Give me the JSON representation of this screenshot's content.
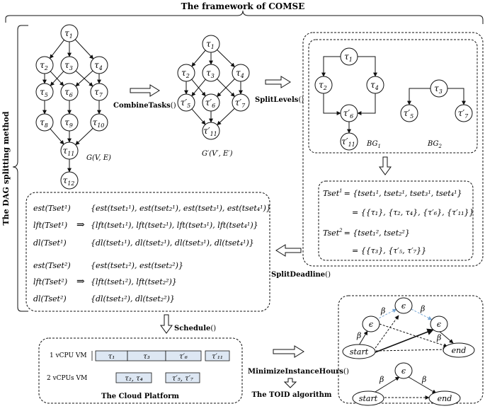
{
  "title": "The framework of COMSE",
  "side_label": "The DAG splitting method",
  "methods": {
    "combine": "CombineTasks",
    "split_levels": "SplitLevels",
    "split_deadline": "SplitDeadline",
    "schedule": "Schedule",
    "minimize": "MinimizeInstanceHours",
    "parens": "()"
  },
  "graphs": {
    "g": "G(V, E)",
    "g_prime": "G′(V′, E′)",
    "bg1": "BG",
    "bg1_sub": "1",
    "bg2": "BG",
    "bg2_sub": "2"
  },
  "node_symbol": "τ",
  "node_subs": {
    "t1": "1",
    "t2": "2",
    "t3": "3",
    "t4": "4",
    "t5": "5",
    "t6": "6",
    "t7": "7",
    "t8": "8",
    "t9": "9",
    "t10": "10",
    "t11": "11",
    "t12": "12"
  },
  "tset": {
    "line1_lhs": "Tset",
    "line1_rhs": "= {tset₁¹, tset₂¹, tset₃¹, tset₄¹}",
    "line2": "= {{τ₁}, {τ₂, τ₄}, {τ′₆}, {τ′₁₁}}",
    "line3_lhs": "Tset",
    "line3_rhs": "= {tset₁², tset₂²}",
    "line4": "= {{τ₃}, {τ′₅, τ′₇}}",
    "sup1": "1",
    "sup2": "2"
  },
  "deadline_rows": [
    {
      "lhs": "est(Tset¹)",
      "rhs": "{est(tset₁¹), est(tset₂¹), est(tset₃¹), est(tset₄¹)}"
    },
    {
      "lhs": "lft(Tset¹)",
      "rhs": "{lft(tset₁¹), lft(tset₂¹), lft(tset₃¹), lft(tset₄¹)}"
    },
    {
      "lhs": "dl(Tset¹)",
      "rhs": "{dl(tset₁¹), dl(tset₂¹), dl(tset₃¹), dl(tset₄¹)}"
    },
    {
      "lhs": "est(Tset²)",
      "rhs": "{est(tset₁²), est(tset₂²)}"
    },
    {
      "lhs": "lft(Tset²)",
      "rhs": "{lft(tset₁²), lft(tset₂²)}"
    },
    {
      "lhs": "dl(Tset²)",
      "rhs": "{dl(tset₁²), dl(tset₂²)}"
    }
  ],
  "implies": "⇒",
  "vms": {
    "vm1": "1 vCPU VM",
    "vm2": "2 vCPUs VM",
    "vm1_tasks": [
      "τ₁",
      "τ₃",
      "τ′₆",
      "τ′₁₁"
    ],
    "vm2_tasks": [
      "τ₂, τ₄",
      "τ′₅, τ′₇"
    ]
  },
  "cloud_label": "The Cloud Platform",
  "toid_label": "The TOID algorithm",
  "toid": {
    "eps": "ϵ",
    "beta": "β",
    "start": "start",
    "end": "end"
  },
  "colors": {
    "line": "#111111",
    "dashed_blue": "#7aa9d6",
    "vm_fill": "#dde7f3"
  }
}
